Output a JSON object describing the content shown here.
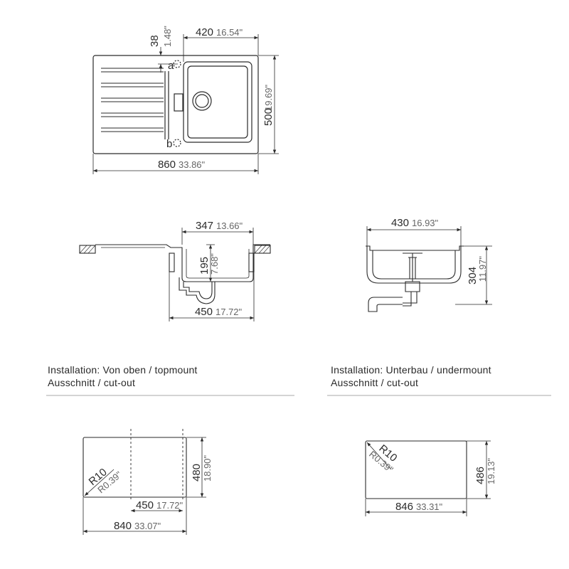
{
  "top_view": {
    "width_main": "860",
    "width_sub": "33.86\"",
    "bowl_width_main": "420",
    "bowl_width_sub": "16.54\"",
    "height_main": "500",
    "height_sub": "19.69\"",
    "offset_main": "38",
    "offset_sub": "1.48\"",
    "label_a": "a",
    "label_b": "b"
  },
  "side_view": {
    "bowl_width_main": "347",
    "bowl_width_sub": "13.66\"",
    "cabinet_main": "450",
    "cabinet_sub": "17.72\"",
    "depth_main": "195",
    "depth_sub": "7.68\""
  },
  "front_view": {
    "width_main": "430",
    "width_sub": "16.93\"",
    "depth_main": "304",
    "depth_sub": "11.97\""
  },
  "captions": {
    "topmount_line1": "Installation: Von oben / topmount",
    "topmount_line2": "Ausschnitt / cut-out",
    "undermount_line1": "Installation: Unterbau / undermount",
    "undermount_line2": "Ausschnitt / cut-out"
  },
  "cutout_topmount": {
    "width_main": "840",
    "width_sub": "33.07\"",
    "bowl_main": "450",
    "bowl_sub": "17.72\"",
    "height_main": "480",
    "height_sub": "18.90\"",
    "radius_main": "R10",
    "radius_sub": "R0.39\""
  },
  "cutout_undermount": {
    "width_main": "846",
    "width_sub": "33.31\"",
    "height_main": "486",
    "height_sub": "19.13\"",
    "radius_main": "R10",
    "radius_sub": "R0.39\""
  }
}
